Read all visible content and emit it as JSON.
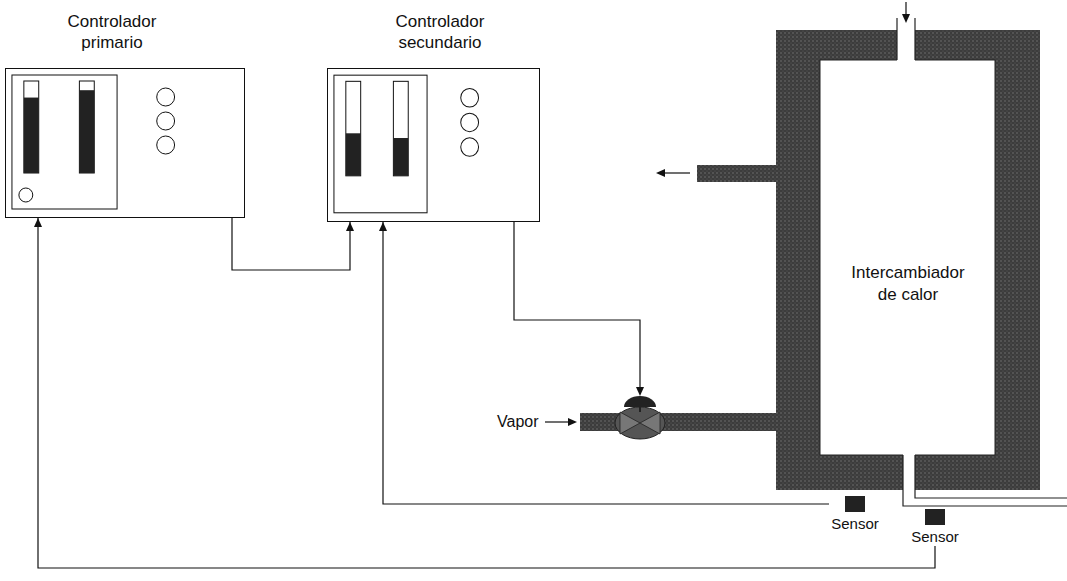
{
  "diagram": {
    "nodes": [
      {
        "text": [
          "Controlador primario"
        ]
      },
      {
        "text": [
          "Controlador secundario"
        ]
      },
      {
        "text": [
          "Intercambiador de calor"
        ]
      },
      {
        "text": [
          "Sensor"
        ]
      },
      {
        "text": [
          "Sensor"
        ]
      }
    ],
    "edges": [
      {
        "from": 0,
        "to": 1,
        "arrow": "to"
      },
      {
        "from": 3,
        "to": 1,
        "arrow": "to"
      },
      {
        "from": 4,
        "to": 0,
        "arrow": "to"
      }
    ],
    "labels": [
      "Vapor"
    ]
  }
}
